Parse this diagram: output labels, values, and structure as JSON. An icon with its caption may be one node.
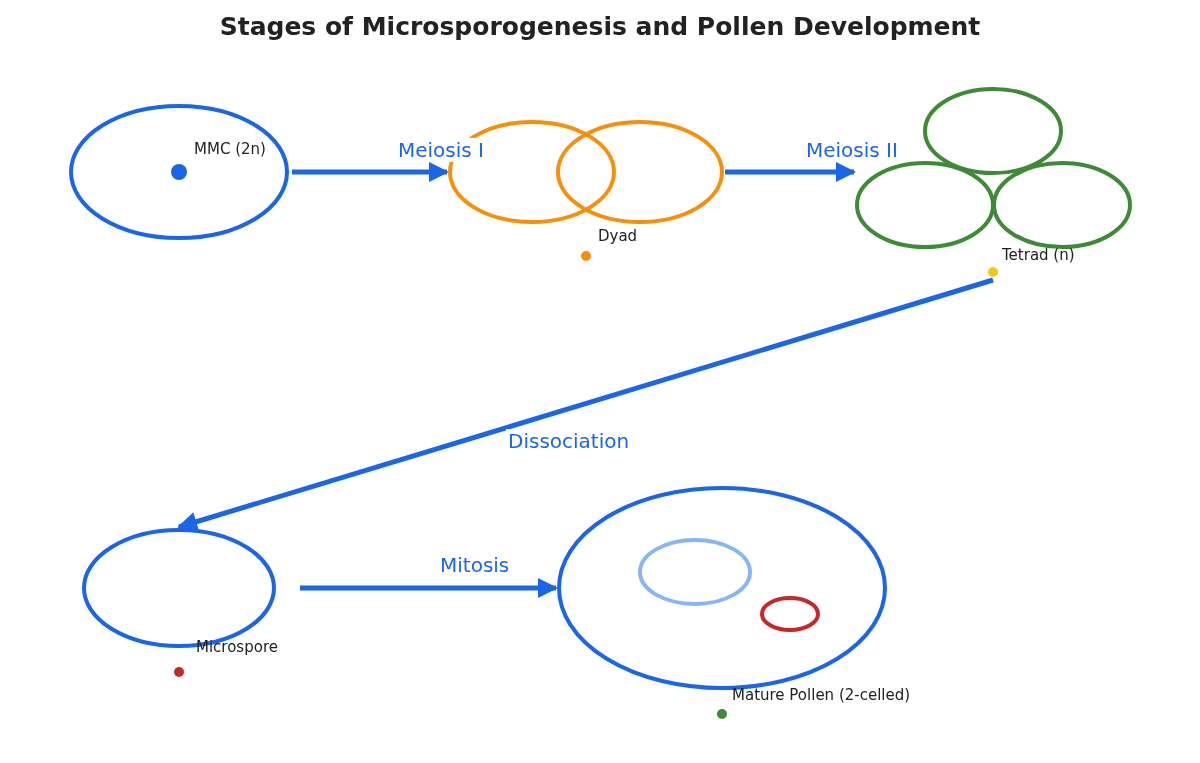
{
  "diagram": {
    "title": "Stages of Microsporogenesis and Pollen Development",
    "nodes": [
      {
        "text": [
          "MMC (2n)"
        ]
      },
      {
        "text": [
          "Dyad"
        ]
      },
      {
        "text": [
          "Tetrad (n)"
        ]
      },
      {
        "text": [
          "Microspore"
        ]
      },
      {
        "text": [
          "Mature Pollen (2-celled)"
        ]
      }
    ],
    "edges": [
      {
        "from": 0,
        "to": 1,
        "arrow": "to",
        "label": "Meiosis I"
      },
      {
        "from": 1,
        "to": 2,
        "arrow": "to",
        "label": "Meiosis II"
      },
      {
        "from": 2,
        "to": 3,
        "arrow": "to",
        "label": "Dissociation"
      },
      {
        "from": 3,
        "to": 4,
        "arrow": "to",
        "label": "Mitosis"
      }
    ]
  }
}
